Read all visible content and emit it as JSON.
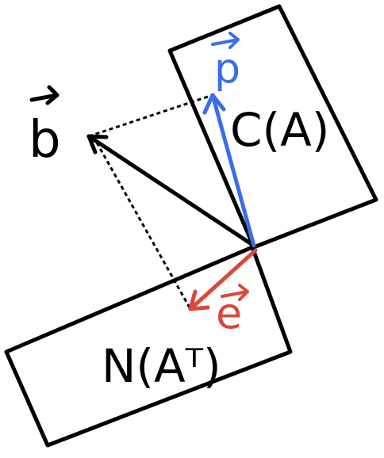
{
  "labels": {
    "b_vector": "b",
    "p_vector": "p",
    "e_vector": "e",
    "column_space": "C(A)",
    "left_nullspace": "N(Aᵀ)"
  },
  "colors": {
    "ink": "#000000",
    "p_vector": "#3a6ee8",
    "e_vector": "#d9483b",
    "background": "#ffffff"
  }
}
